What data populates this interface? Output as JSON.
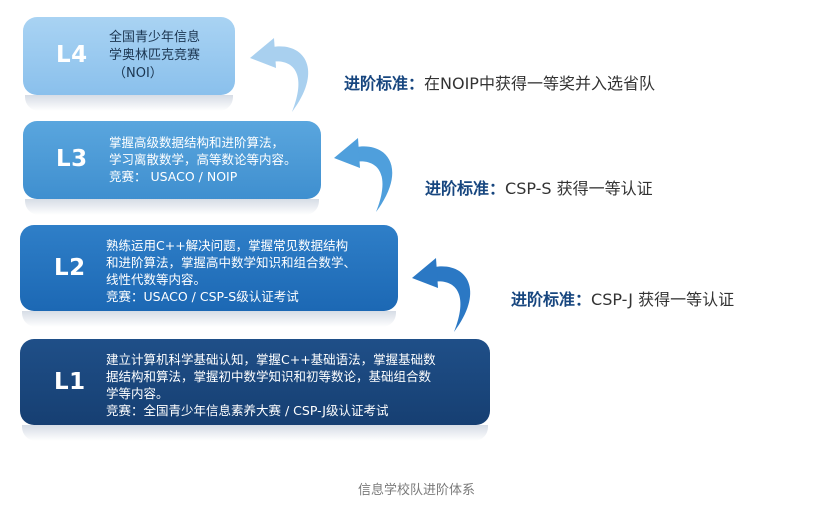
{
  "levels": [
    {
      "id": "L4",
      "label": "L4",
      "lines": [
        "全国青少年信息",
        "学奥林匹克竞赛",
        "（NOI）"
      ]
    },
    {
      "id": "L3",
      "label": "L3",
      "lines": [
        "掌握高级数据结构和进阶算法，",
        "学习离散数学，高等数论等内容。",
        "竞赛： USACO / NOIP"
      ]
    },
    {
      "id": "L2",
      "label": "L2",
      "lines": [
        "熟练运用C++解决问题，掌握常见数据结构",
        "和进阶算法，掌握高中数学知识和组合数学、",
        "线性代数等内容。",
        "竞赛：USACO / CSP-S级认证考试"
      ]
    },
    {
      "id": "L1",
      "label": "L1",
      "lines": [
        "建立计算机科学基础认知，掌握C++基础语法，掌握基础数",
        "据结构和算法，掌握初中数学知识和初等数论，基础组合数",
        "学等内容。",
        "竞赛：全国青少年信息素养大赛 / CSP-J级认证考试"
      ]
    }
  ],
  "criteria": [
    {
      "lead": "进阶标准：",
      "text": "在NOIP中获得一等奖并入选省队"
    },
    {
      "lead": "进阶标准：",
      "text": "CSP-S 获得一等认证"
    },
    {
      "lead": "进阶标准：",
      "text": "CSP-J 获得一等认证"
    }
  ],
  "caption": "信息学校队进阶体系",
  "colors": {
    "l4": "#9ccaf0",
    "l3": "#4a99d6",
    "l2": "#2472bd",
    "l1": "#1a467c",
    "criteria_lead": "#17467f",
    "arrow_light": "#a9d0ef",
    "arrow_mid": "#4f9fdc",
    "arrow_dark": "#2b78c4"
  }
}
